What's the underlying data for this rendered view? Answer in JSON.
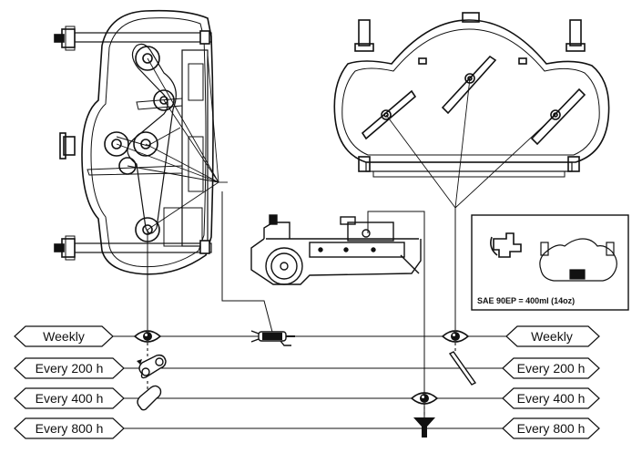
{
  "intervals_left": [
    "Weekly",
    "Every 200 h",
    "Every 400 h",
    "Every 800 h"
  ],
  "intervals_right": [
    "Weekly",
    "Every 200 h",
    "Every 400 h",
    "Every 800 h"
  ],
  "oil_spec": "SAE 90EP = 400ml (14oz)",
  "icons": {
    "inspect": "eye-icon",
    "grease": "grease-gun-icon",
    "belt": "belt-icon",
    "oil_change": "funnel-icon",
    "gearbox": "gearbox-icon"
  }
}
